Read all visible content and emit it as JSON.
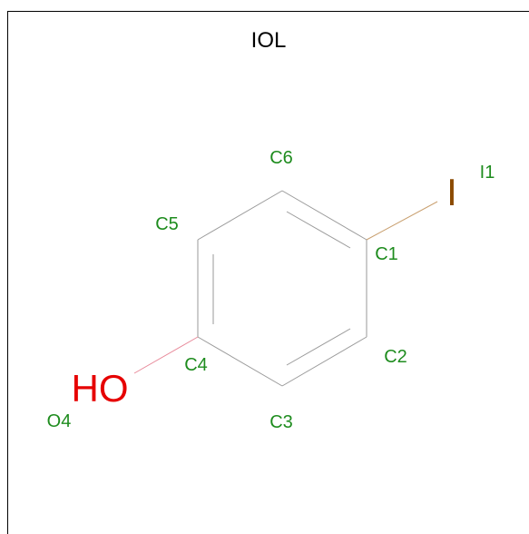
{
  "title": "IOL",
  "colors": {
    "frame": "#000000",
    "bond": "#9a9a9a",
    "label": "#1e8c1e",
    "iodine": "#8b4a00",
    "oxygen": "#e60000",
    "bond_to_iodine": "#c9a070",
    "bond_to_oxygen": "#e88a9a"
  },
  "atoms": {
    "c1": {
      "label": "C1"
    },
    "c2": {
      "label": "C2"
    },
    "c3": {
      "label": "C3"
    },
    "c4": {
      "label": "C4"
    },
    "c5": {
      "label": "C5"
    },
    "c6": {
      "label": "C6"
    },
    "i1": {
      "label": "I1",
      "symbol": "I"
    },
    "o4": {
      "label": "O4",
      "symbol": "HO"
    }
  }
}
